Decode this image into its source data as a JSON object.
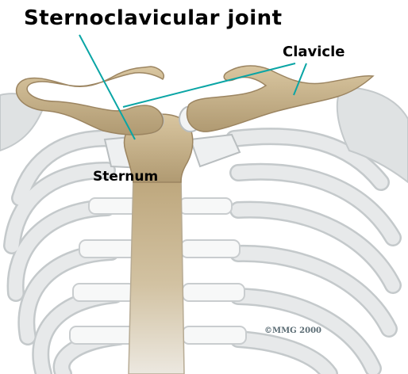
{
  "labels": {
    "title": "Sternoclavicular joint",
    "clavicle": "Clavicle",
    "sternum": "Sternum"
  },
  "copyright": "©MMG 2000",
  "colors": {
    "bone": "#c9b48c",
    "bone_shadow": "#9c8561",
    "rib": "#e7e9ea",
    "rib_edge": "#c4c9cb",
    "cartilage": "#f7f8f8",
    "leader_line": "#0aa5a5"
  }
}
